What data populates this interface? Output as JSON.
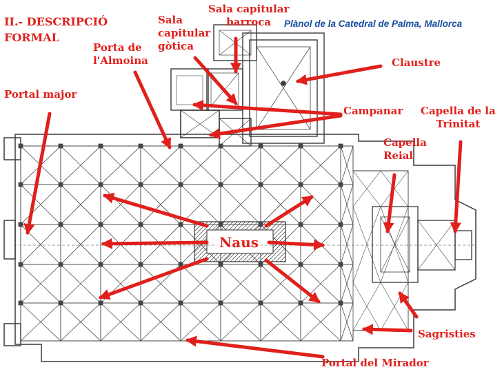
{
  "slide": {
    "section_title": "II.- DESCRIPCIÓ\nFORMAL",
    "plan_title": "Plànol de la Catedral de Palma, Mallorca"
  },
  "labels": {
    "sala_capitular_barroca": "Sala capitular\nbarroca",
    "sala_capitular_gotica": "Sala\ncapitular\ngòtica",
    "porta_almoina": "Porta de\nl'Almoina",
    "claustre": "Claustre",
    "portal_major": "Portal major",
    "campanar": "Campanar",
    "capella_trinitat": "Capella de la\nTrinitat",
    "capella_reial": "Capella\nReial",
    "naus": "Naus",
    "sagristies": "Sagristies",
    "portal_mirador": "Portal del Mirador"
  },
  "colors": {
    "label_red": "#e0201c",
    "title_blue": "#1a4ea0",
    "ink": "#3a3a3a"
  }
}
